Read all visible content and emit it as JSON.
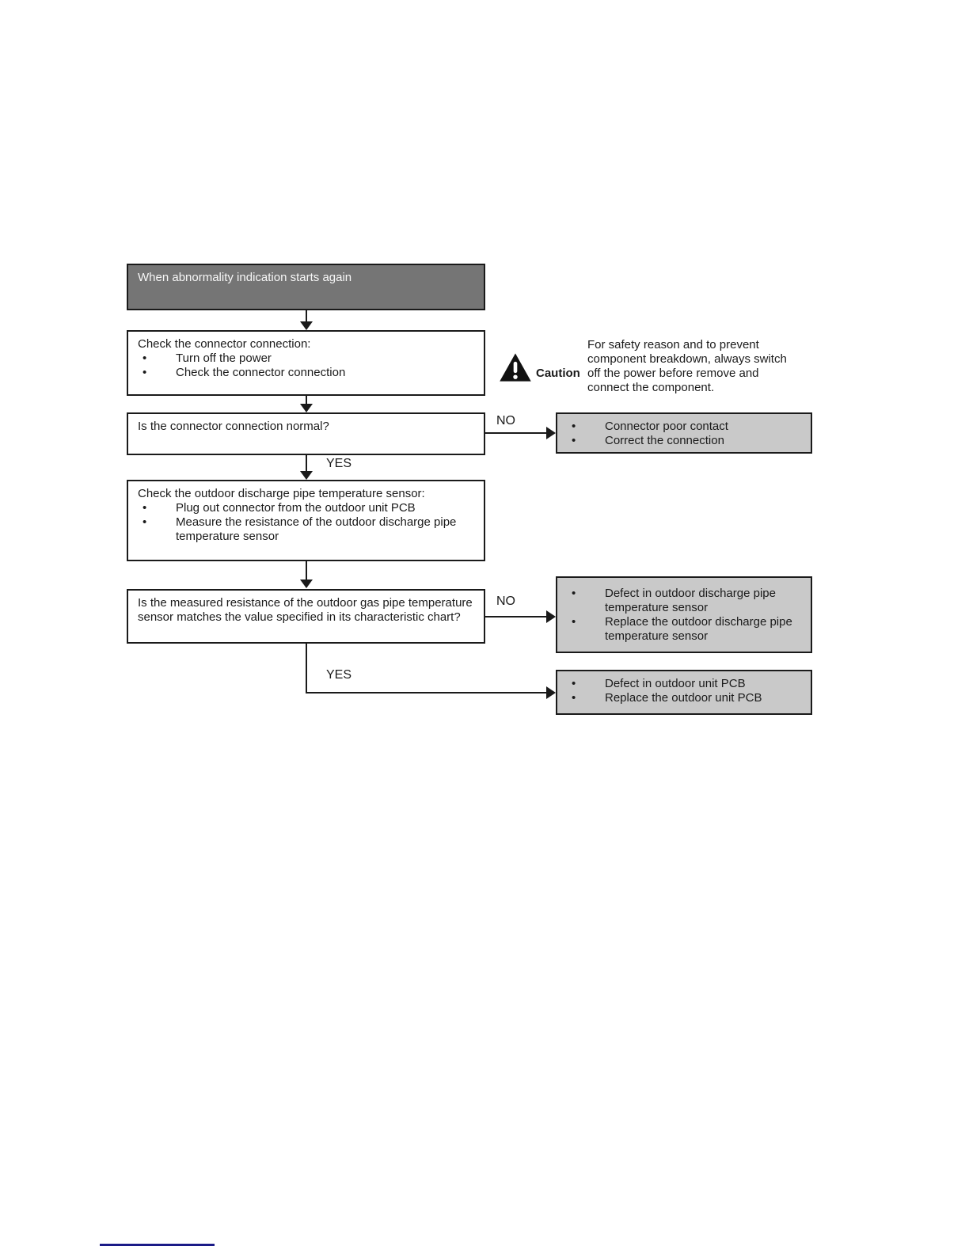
{
  "colors": {
    "start_node_fill": "#757575",
    "start_node_text": "#f7f7f7",
    "result_node_fill": "#c9c9c9",
    "line": "#1a1a1a",
    "footer_rule": "#1a1a87"
  },
  "labels": {
    "yes": "YES",
    "no": "NO"
  },
  "caution": {
    "icon": "warning-triangle",
    "label": "Caution",
    "text": "For safety reason and to prevent component breakdown, always switch off the power before remove and connect the component."
  },
  "nodes": {
    "start": {
      "text": "When abnormality indication starts again"
    },
    "check_connector": {
      "title": "Check the connector connection:",
      "bullets": [
        "Turn off the power",
        "Check the connector connection"
      ]
    },
    "q_connector_normal": {
      "text": "Is the connector connection normal?"
    },
    "result_connector": {
      "bullets": [
        "Connector poor contact",
        "Correct the connection"
      ]
    },
    "check_sensor": {
      "title": "Check the outdoor discharge pipe temperature sensor:",
      "bullets": [
        "Plug out connector from the outdoor unit PCB",
        "Measure the resistance of the outdoor discharge pipe temperature sensor"
      ]
    },
    "q_resistance_match": {
      "text": "Is the measured resistance of the outdoor gas pipe temperature sensor matches the value specified in its characteristic chart?"
    },
    "result_sensor": {
      "bullets": [
        "Defect in outdoor discharge pipe temperature sensor",
        "Replace the outdoor discharge pipe temperature sensor"
      ]
    },
    "result_pcb": {
      "bullets": [
        "Defect in outdoor unit PCB",
        "Replace the outdoor unit PCB"
      ]
    }
  }
}
